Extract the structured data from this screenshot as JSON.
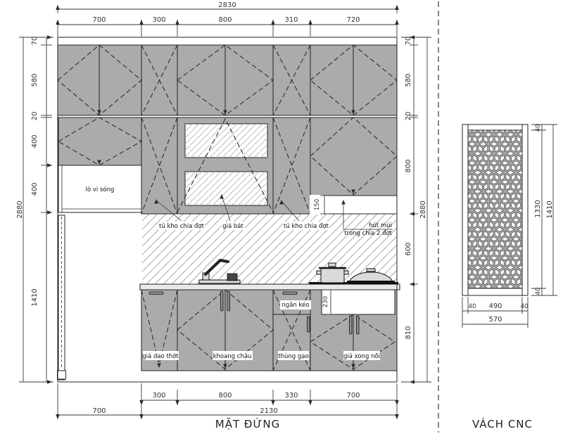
{
  "titles": {
    "elevation": "MẶT ĐỨNG",
    "cnc_panel": "VÁCH CNC"
  },
  "elevation_dims": {
    "overall_width": "2830",
    "width_segments": [
      "700",
      "300",
      "800",
      "310",
      "720"
    ],
    "overall_height_left": "2880",
    "left_segments": [
      "70",
      "580",
      "20",
      "400",
      "400",
      "1410"
    ],
    "overall_height_right": "2880",
    "right_segments": [
      "70",
      "580",
      "20",
      "800",
      "600",
      "810"
    ],
    "bottom_segments": [
      "300",
      "800",
      "330",
      "700"
    ],
    "bottom_left_offset": "700",
    "bottom_run": "2130",
    "hood_step": "150",
    "hob_gap": "230"
  },
  "cnc_dims": {
    "top_margin": "40",
    "inner_height": "1330",
    "bottom_margin": "40",
    "overall_height": "1410",
    "left_margin": "40",
    "inner_width": "490",
    "right_margin": "40",
    "overall_width": "570"
  },
  "cabinet_labels": {
    "microwave": "lò vi sóng",
    "pantry_left": "tủ kho chia đợt",
    "dish_rack": "giá bát",
    "pantry_right": "tủ kho chia đợt",
    "hood_line1": "hút mùi",
    "hood_line2": "trong chia 2 đợt",
    "drawer": "ngăn kéo",
    "knife_board_rack": "giá dao thớt",
    "sink_compartment": "khoang chậu",
    "rice_container": "thùng gạo",
    "pot_rack": "giá xong nồi"
  },
  "colors": {
    "cabinet_fill": "#ababab",
    "line": "#222222",
    "dim_text": "#333333",
    "counter_fill": "#e9e9e9"
  }
}
